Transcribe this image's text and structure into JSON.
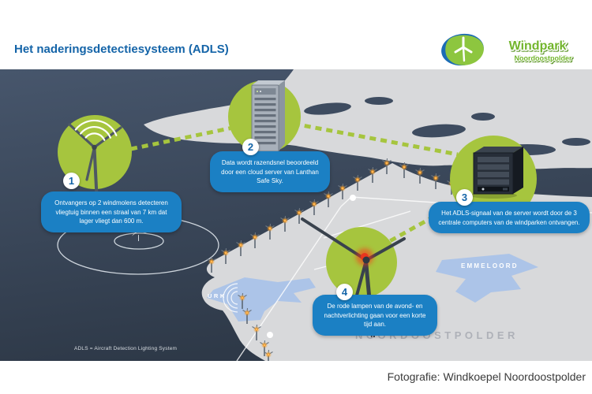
{
  "header": {
    "title": "Het naderingsdetectiesysteem (ADLS)",
    "logo": {
      "line1": "Windpark",
      "line2": "Noordoostpolder"
    }
  },
  "steps": [
    {
      "number": "1",
      "text": "Ontvangers op 2 windmolens detecteren vliegtuig binnen een straal van 7 km dat lager vliegt dan 600 m."
    },
    {
      "number": "2",
      "text": "Data wordt razendsnel beoordeeld door een cloud server van Lanthan Safe Sky."
    },
    {
      "number": "3",
      "text": "Het ADLS-signaal van de server wordt door de 3 centrale computers van de windparken ontvangen."
    },
    {
      "number": "4",
      "text": "De rode lampen van de avond- en nachtverlichting gaan voor een korte tijd aan."
    }
  ],
  "map": {
    "region_label": "NOORDOOSTPOLDER",
    "town_emmeloord": "EMMELOORD",
    "town_urk": "URK",
    "footnote": "ADLS = Aircraft Detection Lighting System"
  },
  "caption": "Fotografie: Windkoepel Noordoostpolder",
  "colors": {
    "title_blue": "#1464a8",
    "callout_blue": "#1b80c4",
    "accent_green": "#a6c53e",
    "logo_green": "#8dc63f",
    "sea_dark": "#3e4c60",
    "land_gray": "#d8d9db",
    "town_blue": "#aac3e9",
    "turbine_light_orange": "#f59b22",
    "warning_red": "#e8351f"
  }
}
